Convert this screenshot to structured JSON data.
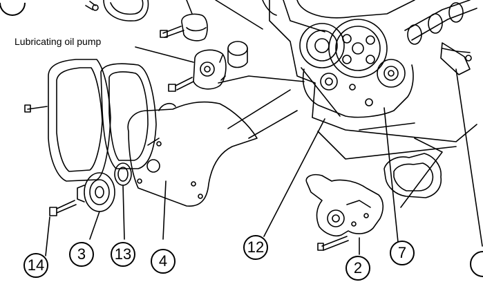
{
  "diagram": {
    "label_oil_pump": "Lubricating oil pump",
    "callouts": {
      "c14": "14",
      "c3": "3",
      "c13": "13",
      "c4": "4",
      "c12": "12",
      "c2": "2",
      "c7": "7"
    }
  }
}
